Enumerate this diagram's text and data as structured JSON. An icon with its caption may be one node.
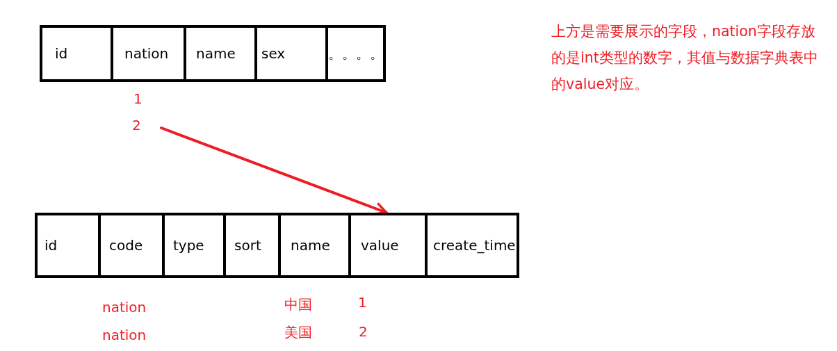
{
  "diagram": {
    "nodes": [
      {
        "text": [],
        "shape": "box"
      },
      {
        "text": [
          "id"
        ],
        "in": 0
      },
      {
        "text": [
          "nation"
        ],
        "in": 0
      },
      {
        "text": [
          "name"
        ],
        "in": 0
      },
      {
        "text": [
          "sex"
        ],
        "in": 0
      },
      {
        "text": [
          "。。。。"
        ],
        "in": 0
      },
      {
        "text": [
          "2"
        ]
      },
      {
        "text": [],
        "shape": "box"
      },
      {
        "text": [
          "id"
        ],
        "in": 7
      },
      {
        "text": [
          "code"
        ],
        "in": 7
      },
      {
        "text": [
          "type"
        ],
        "in": 7
      },
      {
        "text": [
          "sort"
        ],
        "in": 7
      },
      {
        "text": [
          "name"
        ],
        "in": 7
      },
      {
        "text": [
          "value"
        ],
        "in": 7
      },
      {
        "text": [
          "create_time"
        ],
        "in": 7
      }
    ],
    "edges": [
      {
        "from": 6,
        "to": 13,
        "arrow": "to"
      }
    ],
    "labels": [
      "上方是需要展示的字段，nation字段存放的是int类型的数字，其值与数据字典表中的value对应。",
      "1",
      "nation",
      "中国",
      "1",
      "nation",
      "美国",
      "2"
    ]
  }
}
